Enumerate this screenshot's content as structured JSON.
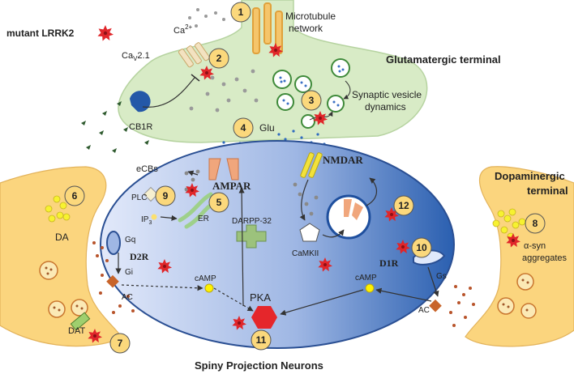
{
  "legend": {
    "mutant": "mutant LRRK2"
  },
  "glutamatergic": {
    "title": "Glutamatergic terminal",
    "microtubule": [
      "Microtubule",
      "network"
    ],
    "ca": "Ca",
    "ca_sup": "2+",
    "cav": "Ca",
    "cav_sub": "V",
    "cav_suffix": "2.1",
    "cb1r": "CB1R",
    "vesicle": [
      "Synaptic vesicle",
      "dynamics"
    ],
    "glu": "Glu"
  },
  "neuron": {
    "title": "Spiny Projection Neurons",
    "ecbs": "eCBs",
    "ampar": "AMPAR",
    "nmdar": "NMDAR",
    "plc": "PLC",
    "ip3": "IP",
    "ip3_sub": "3",
    "er": "ER",
    "darpp": "DARPP-32",
    "camkii": "CaMKII",
    "d2r": "D2R",
    "d1r": "D1R",
    "gq": "Gq",
    "gi": "Gi",
    "gs": "Gs",
    "camp": "cAMP",
    "ac": "AC",
    "pka": "PKA"
  },
  "dopaminergic": {
    "title": [
      "Dopaminergic",
      "terminal"
    ],
    "da": "DA",
    "dat": "DAT",
    "syn": [
      "α-syn",
      "aggregates"
    ]
  },
  "numbers": [
    "1",
    "2",
    "3",
    "4",
    "5",
    "6",
    "7",
    "8",
    "9",
    "10",
    "11",
    "12"
  ],
  "colors": {
    "terminal_green": "#d8ebc6",
    "neuron_light": "#dde6f8",
    "neuron_dark": "#2c62b3",
    "da_terminal": "#fbd57e",
    "badge": "#fbd87c",
    "star": "#e0262a",
    "receptor": "#f0a67c",
    "nmdar": "#f2e23b",
    "cb1r": "#2458a8",
    "pka": "#e5262b",
    "darpp": "#9cc27c"
  }
}
